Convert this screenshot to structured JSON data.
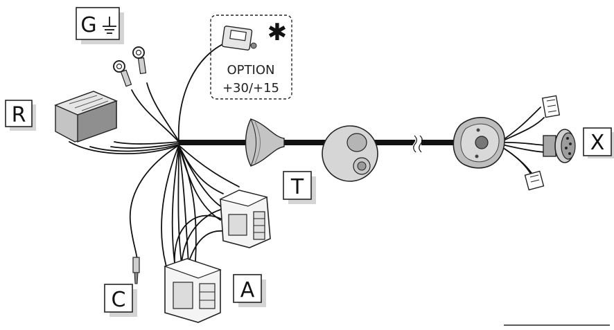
{
  "labels": {
    "g": "G",
    "r": "R",
    "t": "T",
    "x": "X",
    "a": "A",
    "c": "C"
  },
  "option": {
    "marker": "✱",
    "line1": "OPTION",
    "line2": "+30/+15"
  }
}
